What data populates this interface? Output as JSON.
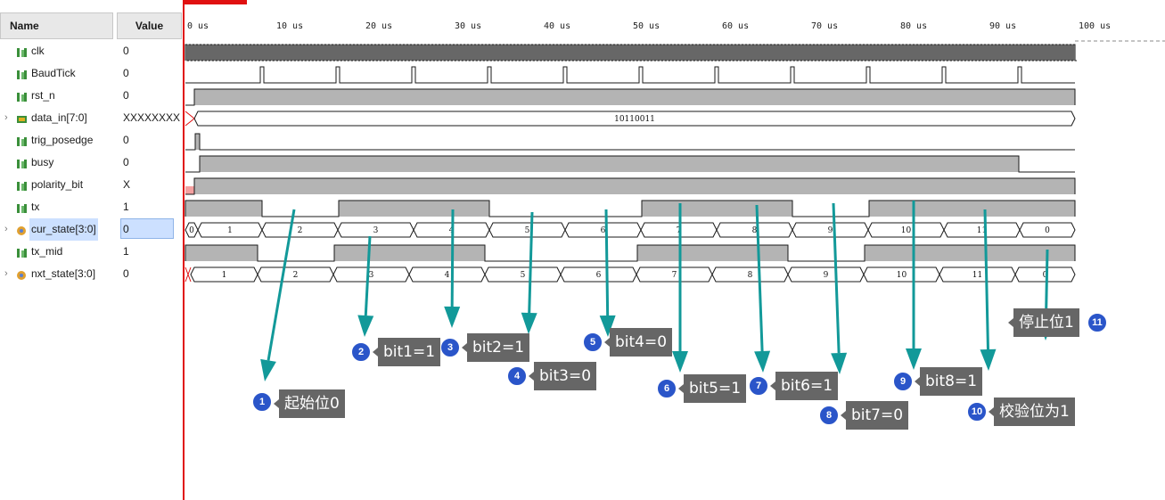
{
  "headers": {
    "name": "Name",
    "value": "Value"
  },
  "signals": [
    {
      "name": "clk",
      "value": "0",
      "type": "bit",
      "expandable": false
    },
    {
      "name": "BaudTick",
      "value": "0",
      "type": "bit",
      "expandable": false
    },
    {
      "name": "rst_n",
      "value": "0",
      "type": "bit",
      "expandable": false
    },
    {
      "name": "data_in[7:0]",
      "value": "XXXXXXXX",
      "type": "bus",
      "expandable": true
    },
    {
      "name": "trig_posedge",
      "value": "0",
      "type": "bit",
      "expandable": false
    },
    {
      "name": "busy",
      "value": "0",
      "type": "bit",
      "expandable": false
    },
    {
      "name": "polarity_bit",
      "value": "X",
      "type": "bit",
      "expandable": false
    },
    {
      "name": "tx",
      "value": "1",
      "type": "bit",
      "expandable": false
    },
    {
      "name": "cur_state[3:0]",
      "value": "0",
      "type": "state",
      "expandable": true,
      "selected": true
    },
    {
      "name": "tx_mid",
      "value": "1",
      "type": "bit",
      "expandable": false
    },
    {
      "name": "nxt_state[3:0]",
      "value": "0",
      "type": "state",
      "expandable": true
    }
  ],
  "time_axis": [
    "0 us",
    "10 us",
    "20 us",
    "30 us",
    "40 us",
    "50 us",
    "60 us",
    "70 us",
    "80 us",
    "90 us",
    "100 us"
  ],
  "data_in_value": "10110011",
  "cur_state_labels": [
    "0",
    "1",
    "2",
    "3",
    "4",
    "5",
    "6",
    "7",
    "8",
    "9",
    "10",
    "11",
    "0"
  ],
  "nxt_state_labels": [
    "1",
    "2",
    "3",
    "4",
    "5",
    "6",
    "7",
    "8",
    "9",
    "10",
    "11",
    "0"
  ],
  "callouts": [
    {
      "num": "1",
      "text": "起始位0"
    },
    {
      "num": "2",
      "text": "bit1=1"
    },
    {
      "num": "3",
      "text": "bit2=1"
    },
    {
      "num": "4",
      "text": "bit3=0"
    },
    {
      "num": "5",
      "text": "bit4=0"
    },
    {
      "num": "6",
      "text": "bit5=1"
    },
    {
      "num": "7",
      "text": "bit6=1"
    },
    {
      "num": "8",
      "text": "bit7=0"
    },
    {
      "num": "9",
      "text": "bit8=1"
    },
    {
      "num": "10",
      "text": "校验位为1"
    },
    {
      "num": "11",
      "text": "停止位1"
    }
  ],
  "colors": {
    "trace": "#1a1a1a",
    "fill": "#b4b4b4",
    "cursor": "#e01010",
    "arrow": "#129999",
    "badge": "#2a55c9",
    "callout": "#666666",
    "x_state": "#e01010"
  },
  "icons": {
    "bit": "bit-signal-icon",
    "bus": "bus-signal-icon",
    "state": "state-signal-icon",
    "expand": "chevron-right-icon"
  }
}
